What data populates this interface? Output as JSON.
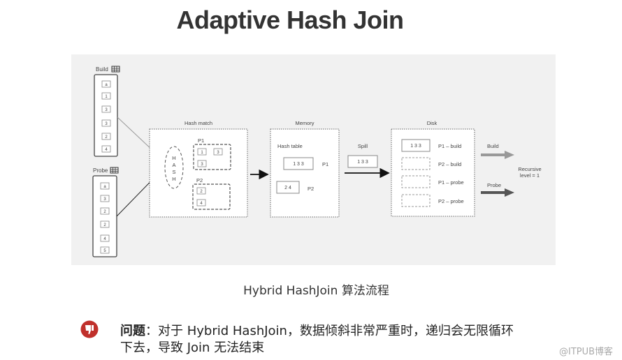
{
  "title": "Adaptive Hash Join",
  "diagram": {
    "build_label": "Build",
    "probe_label": "Probe",
    "build_items": [
      "a",
      "1",
      "3",
      "3",
      "2",
      "4"
    ],
    "probe_items": [
      "a",
      "3",
      "2",
      "2",
      "4",
      "5"
    ],
    "hash_match": {
      "label": "Hash match",
      "hash": [
        "H",
        "A",
        "S",
        "H"
      ],
      "p1_label": "P1",
      "p1_items": [
        "1",
        "3",
        "3"
      ],
      "p2_label": "P2",
      "p2_items": [
        "2",
        "4"
      ]
    },
    "memory": {
      "label": "Memory",
      "hash_table": "Hash table",
      "p1_values": "1 3 3",
      "p1_label": "P1",
      "p2_values": "2 4",
      "p2_label": "P2"
    },
    "spill": {
      "label": "Spill",
      "values": "1 3 3"
    },
    "disk": {
      "label": "Disk",
      "p1_build_values": "1 3 3",
      "rows": [
        "P1 – build",
        "P2 – build",
        "P1 – probe",
        "P2 – probe"
      ]
    },
    "out_build": "Build",
    "out_probe": "Probe",
    "recursive": [
      "Recursive",
      "level = 1"
    ]
  },
  "caption": "Hybrid HashJoin 算法流程",
  "problem": {
    "label": "问题",
    "line1": "：对于 Hybrid HashJoin，数据倾斜非常严重时，递归会无限循环",
    "line2": "下去，导致 Join 无法结束"
  },
  "watermark": "@ITPUB博客",
  "colors": {
    "accent_red": "#c0302b",
    "panel_bg": "#f1f1f1"
  }
}
